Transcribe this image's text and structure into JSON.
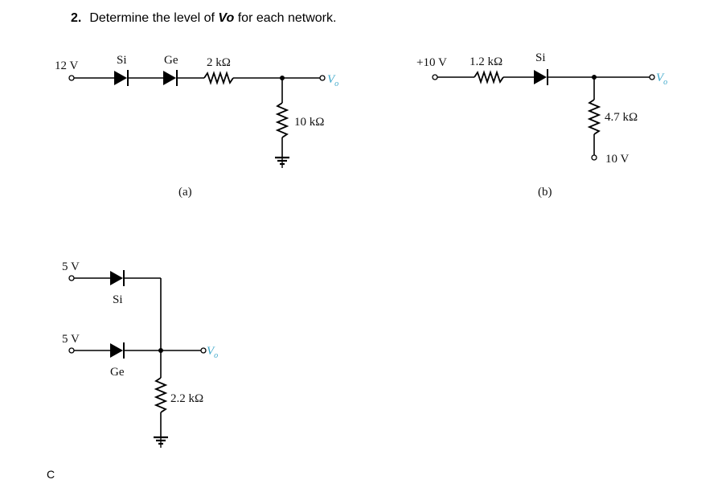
{
  "question": {
    "number": "2.",
    "text_before": "Determine the level of ",
    "variable": "Vo",
    "text_after": " for each network."
  },
  "circuit_a": {
    "source": "12 V",
    "diode1": "Si",
    "diode2": "Ge",
    "series_resistor": "2 kΩ",
    "shunt_resistor": "10 kΩ",
    "output": "V",
    "output_sub": "o",
    "caption": "(a)"
  },
  "circuit_b": {
    "source": "+10 V",
    "series_resistor": "1.2 kΩ",
    "diode": "Si",
    "shunt_resistor": "4.7 kΩ",
    "bottom_source": "10 V",
    "output": "V",
    "output_sub": "o",
    "caption": "(b)"
  },
  "circuit_c": {
    "source_top": "5 V",
    "diode_top": "Si",
    "source_bottom": "5 V",
    "diode_bottom": "Ge",
    "resistor": "2.2 kΩ",
    "output": "V",
    "output_sub": "o"
  },
  "corner_label": "C",
  "colors": {
    "wire": "#000000",
    "output_label": "#3aa6c9"
  }
}
